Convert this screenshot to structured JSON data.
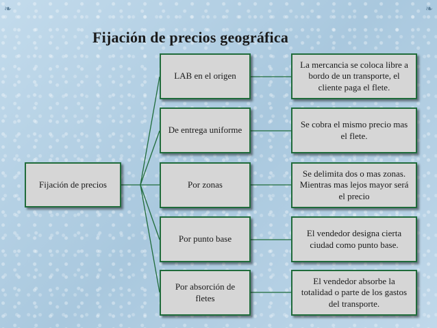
{
  "title": "Fijación de precios geográfica",
  "root": "Fijación de precios",
  "branches": [
    {
      "label": "LAB en el origen",
      "description": "La mercancia se coloca libre a bordo de un transporte, el cliente paga el flete."
    },
    {
      "label": "De entrega uniforme",
      "description": "Se cobra el mismo precio mas el flete."
    },
    {
      "label": "Por zonas",
      "description": "Se delimita dos o mas zonas. Mientras mas lejos mayor será el precio"
    },
    {
      "label": "Por punto base",
      "description": "El vendedor designa cierta ciudad como punto base."
    },
    {
      "label": "Por absorción de fletes",
      "description": "El vendedor absorbe la totalidad o parte de los gastos del transporte."
    }
  ],
  "colors": {
    "connector": "#1f6b3a",
    "box_fill": "#d6d6d6",
    "background": "#b9d3e6"
  }
}
